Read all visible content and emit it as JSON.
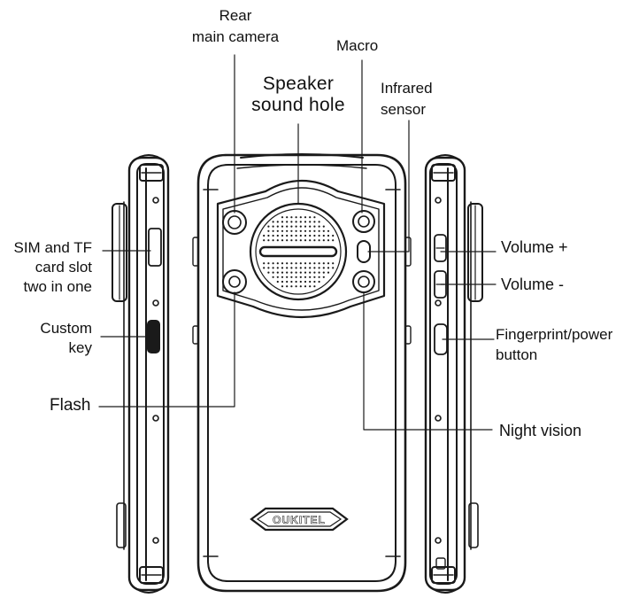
{
  "labels": {
    "rear_camera": {
      "line1": "Rear",
      "line2": "main camera"
    },
    "speaker": {
      "line1": "Speaker",
      "line2": "sound hole"
    },
    "macro": "Macro",
    "infrared": {
      "line1": "Infrared",
      "line2": "sensor"
    },
    "sim_slot": {
      "line1": "SIM and TF",
      "line2": "card slot",
      "line3": "two in one"
    },
    "custom_key": {
      "line1": "Custom",
      "line2": "key"
    },
    "flash": "Flash",
    "volume_up": "Volume +",
    "volume_down": "Volume -",
    "fingerprint": {
      "line1": "Fingerprint/power",
      "line2": "button"
    },
    "night_vision": "Night vision"
  },
  "brand_logo": "OUKITEL"
}
